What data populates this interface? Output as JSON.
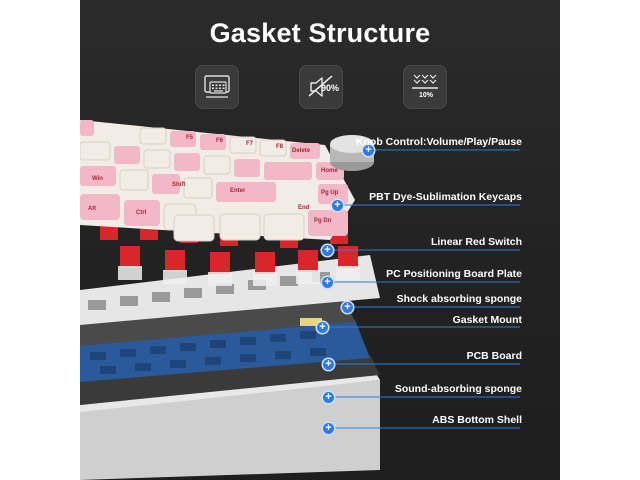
{
  "header": {
    "title": "Gasket Structure"
  },
  "features": [
    {
      "icon": "keyboard-monitor-icon"
    },
    {
      "icon": "sound-dampening-icon",
      "badge": "90%"
    },
    {
      "icon": "pressure-compression-icon",
      "badge": "10%"
    }
  ],
  "layers": [
    {
      "label": "Knob Control:Volume/Play/Pause"
    },
    {
      "label": "PBT Dye-Sublimation Keycaps"
    },
    {
      "label": "Linear Red Switch"
    },
    {
      "label": "PC Positioning Board Plate"
    },
    {
      "label": "Shock absorbing sponge"
    },
    {
      "label": "Gasket Mount"
    },
    {
      "label": "PCB Board"
    },
    {
      "label": "Sound-absorbing sponge"
    },
    {
      "label": "ABS Bottom Shell"
    }
  ],
  "keycaps": {
    "legends": [
      "F5",
      "F6",
      "F7",
      "F8",
      "Delete",
      "Home",
      "Pg Up",
      "Pg Dn",
      "End",
      "Enter",
      "Shift",
      "Ctrl",
      "Alt",
      "Win"
    ]
  },
  "colors": {
    "accent": "#2f7ae0",
    "pink_keycap": "#f3b8c8",
    "white_keycap": "#f2ece6",
    "switch_red": "#d8262a",
    "pcb_blue": "#2a5a9a",
    "background": "#252525"
  }
}
